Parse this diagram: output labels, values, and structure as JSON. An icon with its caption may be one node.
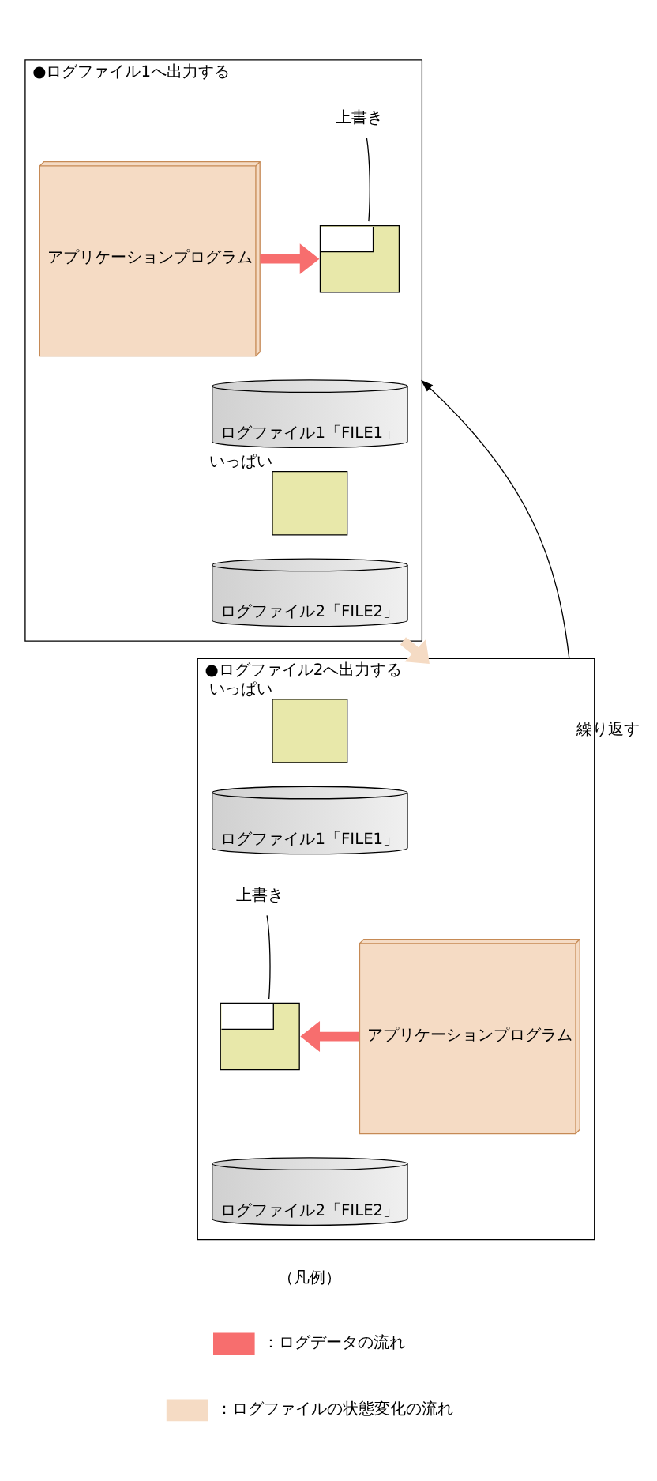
{
  "diagram": {
    "nodes": [
      {
        "text": [
          "●ログファイル1へ出力する"
        ]
      },
      {
        "text": [
          "アプリケーションプログラム"
        ],
        "in": 0
      },
      {
        "text": [
          "上書き"
        ],
        "in": 0
      },
      {
        "text": [],
        "shape": "box",
        "in": 0
      },
      {
        "text": [
          "ログファイル1「FILE1」"
        ],
        "in": 0
      },
      {
        "text": [],
        "shape": "box",
        "beside": [
          "いっぱい"
        ],
        "in": 0
      },
      {
        "text": [
          "ログファイル2「FILE2」"
        ],
        "in": 0
      },
      {
        "text": [
          "●ログファイル2へ出力する"
        ]
      },
      {
        "text": [
          "アプリケーションプログラム"
        ],
        "in": 7
      },
      {
        "text": [],
        "shape": "box",
        "beside": [
          "いっぱい"
        ],
        "in": 7
      },
      {
        "text": [
          "ログファイル1「FILE1」"
        ],
        "in": 7
      },
      {
        "text": [
          "上書き"
        ],
        "in": 7
      },
      {
        "text": [],
        "shape": "box",
        "in": 7
      },
      {
        "text": [
          "ログファイル2「FILE2」"
        ],
        "in": 7
      }
    ],
    "edges": [
      {
        "from": 1,
        "to": 3,
        "arrow": "to",
        "style": "thick",
        "color": "#f76e6e"
      },
      {
        "from": 2,
        "to": 3,
        "arrow": "none"
      },
      {
        "from": 0,
        "to": 7,
        "arrow": "to",
        "style": "thick",
        "color": "#f5dbc4"
      },
      {
        "from": 7,
        "to": 0,
        "arrow": "to",
        "label": "繰り返す"
      },
      {
        "from": 8,
        "to": 12,
        "arrow": "to",
        "style": "thick",
        "color": "#f76e6e"
      },
      {
        "from": 11,
        "to": 12,
        "arrow": "none"
      }
    ],
    "labels": [
      "（凡例）"
    ],
    "legend": [
      {
        "text": "：ログデータの流れ"
      },
      {
        "text": "：ログファイルの状態変化の流れ"
      }
    ]
  }
}
